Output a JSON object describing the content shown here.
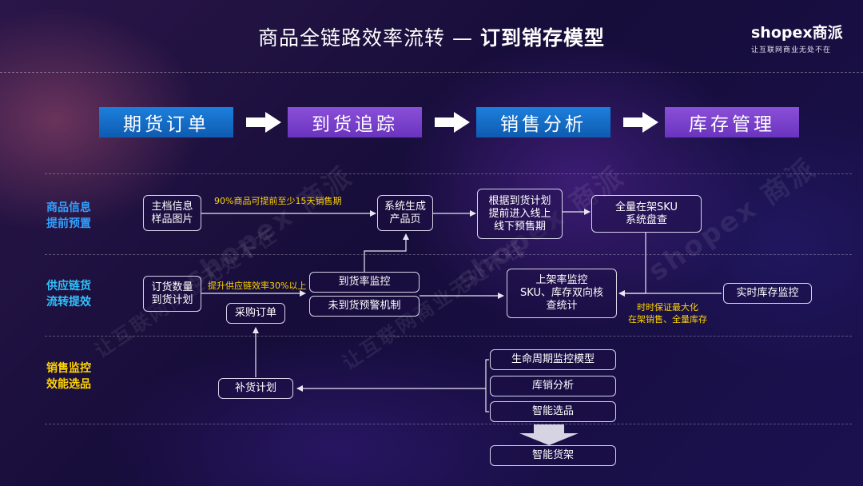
{
  "title": {
    "main": "商品全链路效率流转 — ",
    "bold": "订到销存模型"
  },
  "logo": {
    "main": "shopex商派",
    "sub": "让互联网商业无处不在"
  },
  "watermark": {
    "brand": "shopex 商派",
    "slogan": "让互联网商业无处不在"
  },
  "stages": [
    {
      "label": "期货订单",
      "color": "#1a78d6"
    },
    {
      "label": "到货追踪",
      "color": "#7b45d0"
    },
    {
      "label": "销售分析",
      "color": "#1a78d6"
    },
    {
      "label": "库存管理",
      "color": "#7b45d0"
    }
  ],
  "row_labels": {
    "r1": {
      "line1": "商品信息",
      "line2": "提前预置",
      "color": "#2fa0ff"
    },
    "r2": {
      "line1": "供应链货",
      "line2": "流转提效",
      "color": "#2fc4ff"
    },
    "r3": {
      "line1": "销售监控",
      "line2": "效能选品",
      "color": "#ffd400"
    }
  },
  "boxes": {
    "master_info": {
      "line1": "主档信息",
      "line2": "样品图片"
    },
    "gen_product": {
      "line1": "系统生成",
      "line2": "产品页"
    },
    "plan_presale": {
      "line1": "根据到货计划",
      "line2": "提前进入线上",
      "line3": "线下预售期"
    },
    "sku_check": {
      "line1": "全量在架SKU",
      "line2": "系统盘查"
    },
    "order_qty": {
      "line1": "订货数量",
      "line2": "到货计划"
    },
    "arrival_rate": "到货率监控",
    "alert": "未到货预警机制",
    "purchase": "采购订单",
    "shelf_monitor": {
      "line1": "上架率监控",
      "line2": "SKU、库存双向核",
      "line3": "查统计"
    },
    "realtime": "实时库存监控",
    "replenish": "补货计划",
    "lifecycle": "生命周期监控模型",
    "sales_analysis": "库销分析",
    "smart_select": "智能选品",
    "smart_shelf": "智能货架"
  },
  "notes": {
    "presale": "90%商品可提前至少15天销售期",
    "efficiency": "提升供应链效率30%以上",
    "guarantee": {
      "line1": "时时保证最大化",
      "line2": "在架销售、全量库存"
    }
  }
}
